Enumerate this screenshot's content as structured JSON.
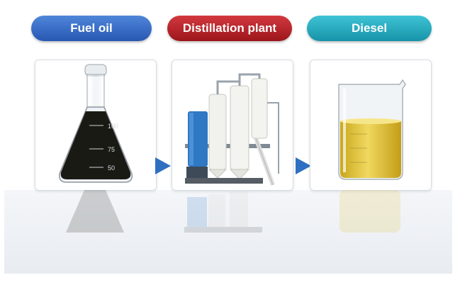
{
  "steps": [
    {
      "label": "Fuel oil",
      "icon": "flask-icon",
      "color": "#2758b3"
    },
    {
      "label": "Distillation plant",
      "icon": "distillation-plant-icon",
      "color": "#9c161b"
    },
    {
      "label": "Diesel",
      "icon": "beaker-icon",
      "color": "#1693a8"
    }
  ],
  "flask_marks": [
    "100",
    "75",
    "50"
  ],
  "colors": {
    "arrow": "#2f6fc2",
    "fuel": "#1a1a14",
    "diesel": "#e3c23a"
  }
}
